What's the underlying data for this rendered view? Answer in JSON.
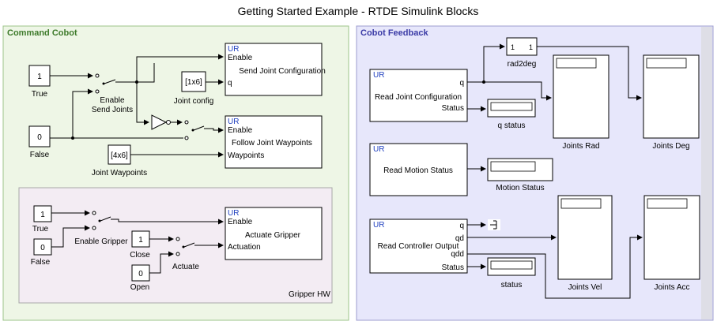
{
  "title": "Getting Started Example - RTDE Simulink Blocks",
  "command_panel": {
    "label": "Command Cobot",
    "const_true": {
      "value": "1",
      "label": "True"
    },
    "const_false": {
      "value": "0",
      "label": "False"
    },
    "enable_send_joints_label_1": "Enable",
    "enable_send_joints_label_2": "Send Joints",
    "joint_config": {
      "value": "[1x6]",
      "label": "Joint config"
    },
    "joint_waypoints": {
      "value": "[4x6]",
      "label": "Joint Waypoints"
    },
    "send_joint_config": {
      "tag": "UR",
      "port_enable": "Enable",
      "port_q": "q",
      "title": "Send Joint Configuration"
    },
    "follow_joint_waypoints": {
      "tag": "UR",
      "port_enable": "Enable",
      "port_waypoints": "Waypoints",
      "title": "Follow Joint Waypoints"
    },
    "gripper": {
      "area_label": "Gripper HW",
      "const_true": {
        "value": "1",
        "label": "True"
      },
      "const_false": {
        "value": "0",
        "label": "False"
      },
      "enable_gripper_label": "Enable Gripper",
      "const_close": {
        "value": "1",
        "label": "Close"
      },
      "const_open": {
        "value": "0",
        "label": "Open"
      },
      "actuate_label": "Actuate",
      "actuate_gripper": {
        "tag": "UR",
        "port_enable": "Enable",
        "port_actuation": "Actuation",
        "title": "Actuate Gripper"
      }
    }
  },
  "feedback_panel": {
    "label": "Cobot Feedback",
    "read_joint_config": {
      "tag": "UR",
      "port_q": "q",
      "port_status": "Status",
      "title": "Read Joint Configuration"
    },
    "rad2deg": {
      "in": "1",
      "out": "1",
      "label": "rad2deg"
    },
    "q_status_label": "q status",
    "joints_rad_label": "Joints Rad",
    "joints_deg_label": "Joints Deg",
    "read_motion_status": {
      "tag": "UR",
      "title": "Read Motion Status"
    },
    "motion_status_label": "Motion Status",
    "read_controller_output": {
      "tag": "UR",
      "port_q": "q",
      "port_qd": "qd",
      "port_qdd": "qdd",
      "port_status": "Status",
      "title": "Read Controller Output"
    },
    "status_label": "status",
    "joints_vel_label": "Joints Vel",
    "joints_acc_label": "Joints Acc"
  },
  "colors": {
    "command_bg": "#eef6e6",
    "command_border": "#9cc48a",
    "command_label": "#3d7a2a",
    "feedback_bg": "#e7e7fb",
    "feedback_border": "#9c9ccf",
    "feedback_label": "#3b3ba6",
    "gripper_bg": "#f3ecf3",
    "gripper_border": "#a8a8a8"
  }
}
